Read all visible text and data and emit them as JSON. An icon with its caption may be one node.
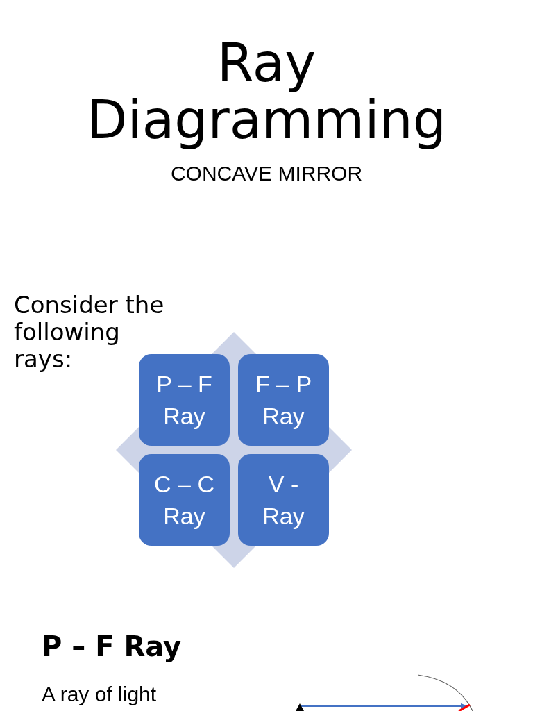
{
  "diagram": {
    "title": "Ray Diagramming",
    "nodes": [
      {
        "text": [
          "P – F Ray"
        ]
      },
      {
        "text": [
          "F – P Ray"
        ]
      },
      {
        "text": [
          "C – C Ray"
        ]
      },
      {
        "text": [
          "V - Ray"
        ]
      }
    ],
    "labels": [
      "CONCAVE MIRROR",
      "Consider the following rays:",
      "P – F Ray",
      "A ray of light"
    ]
  }
}
